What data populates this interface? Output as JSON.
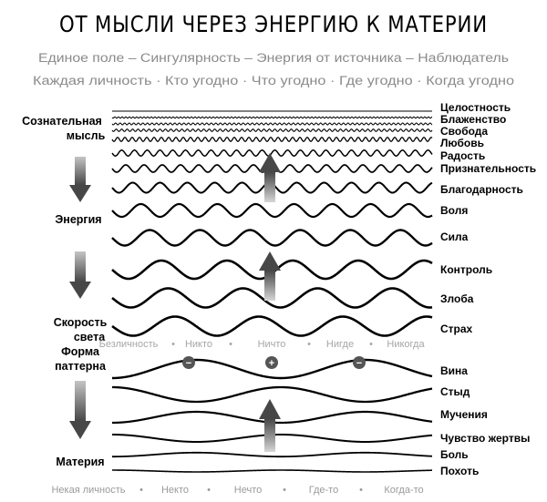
{
  "title": "ОТ МЫСЛИ ЧЕРЕЗ ЭНЕРГИЮ К МАТЕРИИ",
  "subtitle_1": "Единое поле – Сингулярность – Энергия от источника – Наблюдатель",
  "subtitle_2": "Каждая личность · Кто угодно · Что угодно · Где угодно · Когда угодно",
  "left_labels": {
    "conscious_1": "Сознательная",
    "conscious_2": "мысль",
    "energy": "Энергия",
    "speed_1": "Скорость",
    "speed_2": "света",
    "form_1": "Форма",
    "form_2": "паттерна",
    "matter": "Материя"
  },
  "right_labels": [
    "Целостность",
    "Блаженство",
    "Свобода",
    "Любовь",
    "Радость",
    "Признательность",
    "Благодарность",
    "Воля",
    "Сила",
    "Контроль",
    "Злоба",
    "Страх",
    "Вина",
    "Стыд",
    "Мучения",
    "Чувство жертвы",
    "Боль",
    "Похоть"
  ],
  "middle_row": [
    "Безличность",
    "Никто",
    "Ничто",
    "Нигде",
    "Никогда"
  ],
  "bottom_row": [
    "Некая личность",
    "Некто",
    "Нечто",
    "Где-то",
    "Когда-то"
  ],
  "signs": [
    "−",
    "+",
    "−"
  ],
  "row_separator": "•",
  "colors": {
    "text": "#000000",
    "subtitle": "#8a8a8a",
    "arrow_dark": "#4d4d4d",
    "arrow_light": "#d2d2d2",
    "sign_fill": "#555555"
  }
}
